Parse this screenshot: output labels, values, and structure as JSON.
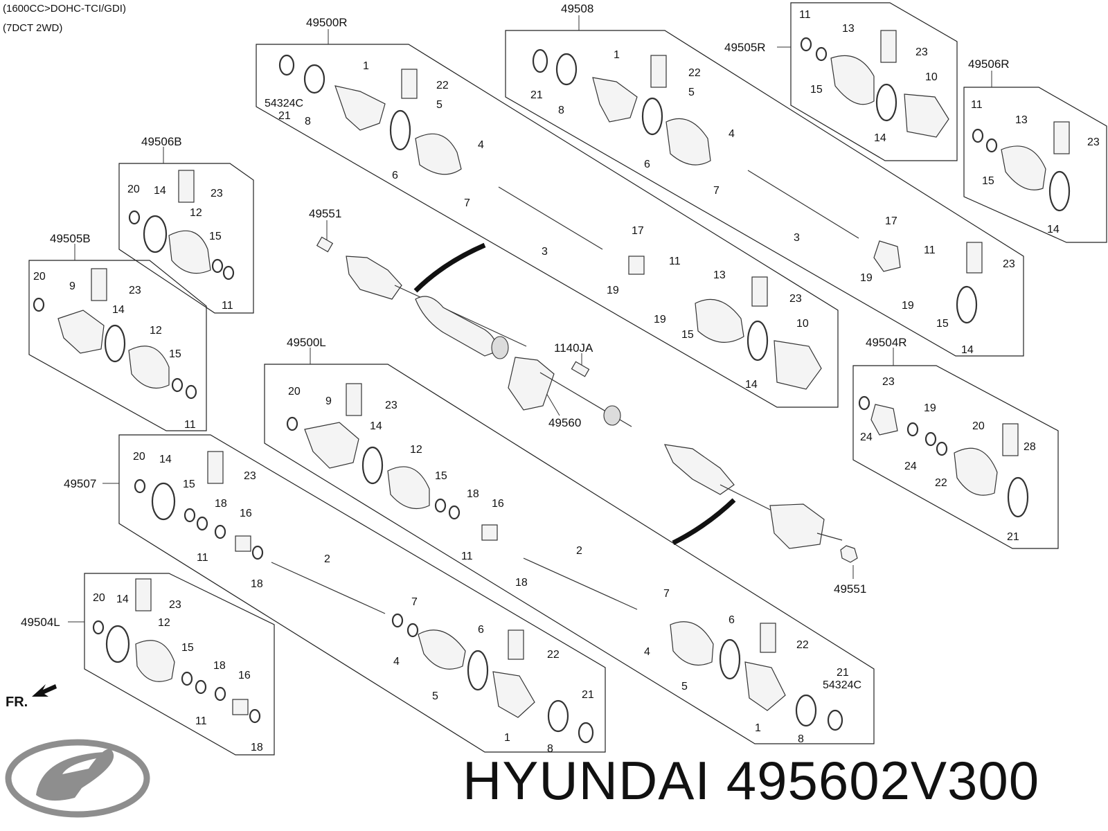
{
  "header": {
    "engine": "(1600CC>DOHC-TCI/GDI)",
    "drive": "(7DCT 2WD)"
  },
  "footer": {
    "brand": "HYUNDAI",
    "part_number": "495602V300",
    "front_marker": "FR."
  },
  "colors": {
    "line": "#333333",
    "fill": "#f4f4f4",
    "accent": "#111111"
  },
  "groups": [
    {
      "id": "49500R",
      "label": "49500R"
    },
    {
      "id": "49508",
      "label": "49508"
    },
    {
      "id": "49505R",
      "label": "49505R"
    },
    {
      "id": "49506R",
      "label": "49506R"
    },
    {
      "id": "49506B",
      "label": "49506B"
    },
    {
      "id": "49505B",
      "label": "49505B"
    },
    {
      "id": "49551a",
      "label": "49551"
    },
    {
      "id": "1140JA",
      "label": "1140JA"
    },
    {
      "id": "49560",
      "label": "49560"
    },
    {
      "id": "49500L",
      "label": "49500L"
    },
    {
      "id": "49504R",
      "label": "49504R"
    },
    {
      "id": "49507",
      "label": "49507"
    },
    {
      "id": "49504L",
      "label": "49504L"
    },
    {
      "id": "49551b",
      "label": "49551"
    }
  ],
  "callouts": {
    "p1": "1",
    "p2": "2",
    "p3": "3",
    "p4": "4",
    "p5": "5",
    "p6": "6",
    "p7": "7",
    "p8": "8",
    "p9": "9",
    "p10": "10",
    "p11": "11",
    "p12": "12",
    "p13": "13",
    "p14": "14",
    "p15": "15",
    "p16": "16",
    "p17": "17",
    "p18": "18",
    "p19": "19",
    "p20": "20",
    "p21": "21",
    "p22": "22",
    "p23": "23",
    "p24": "24",
    "p28": "28",
    "p54324C": "54324C"
  }
}
